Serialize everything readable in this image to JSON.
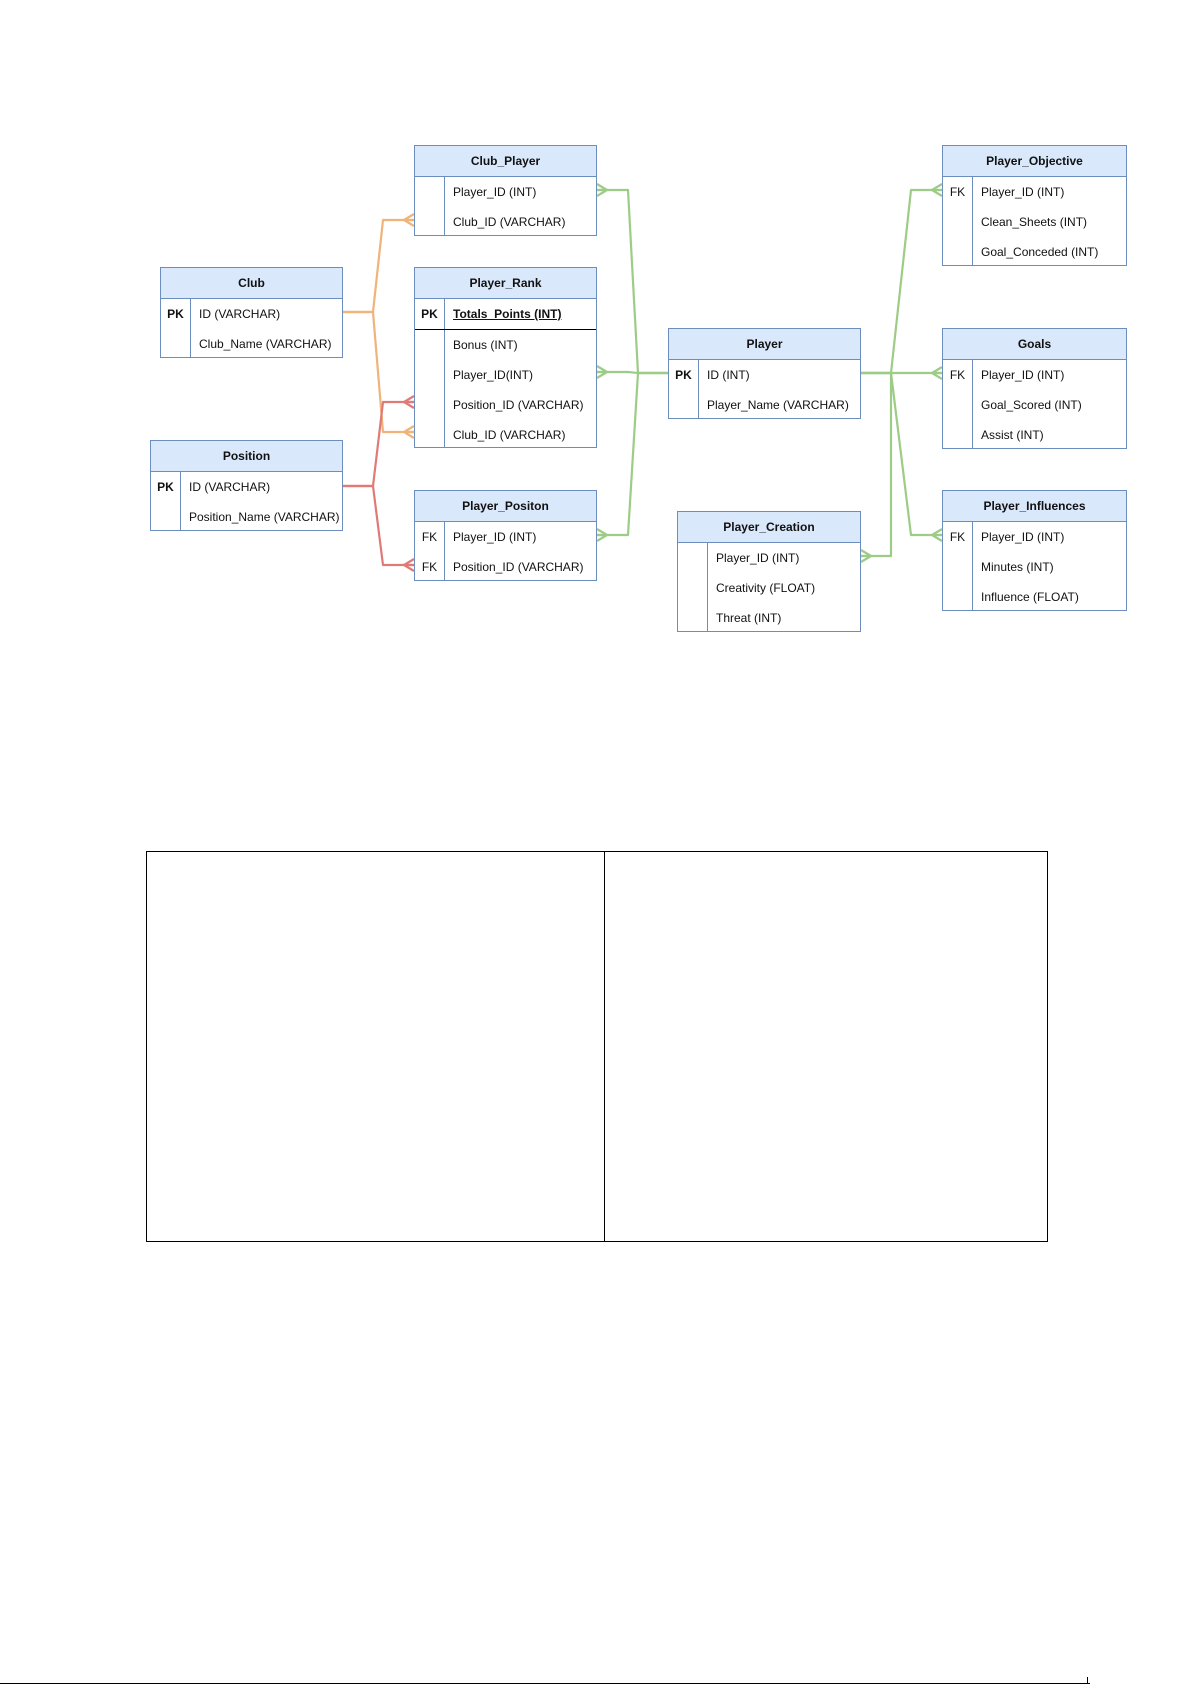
{
  "colors": {
    "header_fill": "#dae8fc",
    "border": "#6c8ebf",
    "club_link": "#f0b37a",
    "position_link": "#e07a76",
    "player_link": "#9ccc86"
  },
  "entities": {
    "club_player": {
      "title": "Club_Player",
      "rows": [
        {
          "key": "",
          "field": "Player_ID (INT)"
        },
        {
          "key": "",
          "field": "Club_ID (VARCHAR)"
        }
      ]
    },
    "club": {
      "title": "Club",
      "rows": [
        {
          "key": "PK",
          "field": "ID (VARCHAR)"
        },
        {
          "key": "",
          "field": "Club_Name (VARCHAR)"
        }
      ]
    },
    "player_rank": {
      "title": "Player_Rank",
      "rows": [
        {
          "key": "PK",
          "field": "Totals_Points (INT)"
        },
        {
          "key": "",
          "field": "Bonus (INT)"
        },
        {
          "key": "",
          "field": "Player_ID(INT)"
        },
        {
          "key": "",
          "field": "Position_ID (VARCHAR)"
        },
        {
          "key": "",
          "field": "Club_ID (VARCHAR)"
        }
      ]
    },
    "position": {
      "title": "Position",
      "rows": [
        {
          "key": "PK",
          "field": "ID (VARCHAR)"
        },
        {
          "key": "",
          "field": "Position_Name (VARCHAR)"
        }
      ]
    },
    "player_positon": {
      "title": "Player_Positon",
      "rows": [
        {
          "key": "FK",
          "field": "Player_ID (INT)"
        },
        {
          "key": "FK",
          "field": "Position_ID (VARCHAR)"
        }
      ]
    },
    "player": {
      "title": "Player",
      "rows": [
        {
          "key": "PK",
          "field": "ID (INT)"
        },
        {
          "key": "",
          "field": "Player_Name (VARCHAR)"
        }
      ]
    },
    "player_creation": {
      "title": "Player_Creation",
      "rows": [
        {
          "key": "",
          "field": "Player_ID (INT)"
        },
        {
          "key": "",
          "field": "Creativity (FLOAT)"
        },
        {
          "key": "",
          "field": "Threat (INT)"
        }
      ]
    },
    "player_objective": {
      "title": "Player_Objective",
      "rows": [
        {
          "key": "FK",
          "field": "Player_ID (INT)"
        },
        {
          "key": "",
          "field": "Clean_Sheets (INT)"
        },
        {
          "key": "",
          "field": "Goal_Conceded (INT)"
        }
      ]
    },
    "goals": {
      "title": "Goals",
      "rows": [
        {
          "key": "FK",
          "field": "Player_ID (INT)"
        },
        {
          "key": "",
          "field": "Goal_Scored (INT)"
        },
        {
          "key": "",
          "field": "Assist (INT)"
        }
      ]
    },
    "player_influences": {
      "title": "Player_Influences",
      "rows": [
        {
          "key": "FK",
          "field": "Player_ID (INT)"
        },
        {
          "key": "",
          "field": "Minutes (INT)"
        },
        {
          "key": "",
          "field": "Influence (FLOAT)"
        }
      ]
    }
  },
  "relationships": [
    {
      "from": "club",
      "to": "club_player",
      "color": "club_link"
    },
    {
      "from": "club",
      "to": "player_rank",
      "color": "club_link"
    },
    {
      "from": "position",
      "to": "player_rank",
      "color": "position_link"
    },
    {
      "from": "position",
      "to": "player_positon",
      "color": "position_link"
    },
    {
      "from": "player",
      "to": "club_player",
      "color": "player_link"
    },
    {
      "from": "player",
      "to": "player_rank",
      "color": "player_link"
    },
    {
      "from": "player",
      "to": "player_positon",
      "color": "player_link"
    },
    {
      "from": "player",
      "to": "player_objective",
      "color": "player_link"
    },
    {
      "from": "player",
      "to": "goals",
      "color": "player_link"
    },
    {
      "from": "player",
      "to": "player_influences",
      "color": "player_link"
    },
    {
      "from": "player",
      "to": "player_creation",
      "color": "player_link"
    }
  ]
}
